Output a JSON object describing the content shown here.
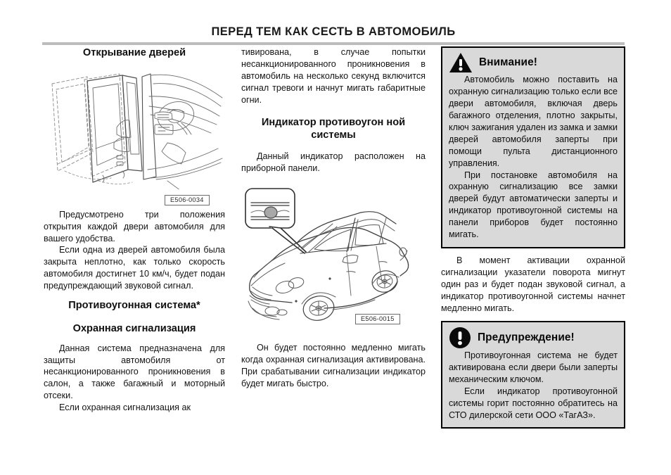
{
  "header": {
    "title": "ПЕРЕД ТЕМ КАК СЕСТЬ В АВТОМОБИЛЬ"
  },
  "left_column": {
    "heading_doors": "Открывание дверей",
    "figure_code": "E506-0034",
    "paragraphs": [
      "Предусмотрено три положения открытия каждой двери автомобиля для вашего удобства.",
      "Если одна из дверей автомобиля была закрыта неплотно, как только скорость автомобиля достигнет 10 км/ч, будет подан предупреждающий звуковой сигнал."
    ],
    "heading_antitheft": "Противоугонная система*",
    "heading_alarm": "Охранная сигнализация",
    "paragraphs_alarm": [
      "Данная система предназначена для защиты автомобиля от несанкционированного проникновения в салон, а также багажный и моторный отсеки.",
      "Если охранная сигнализация ак"
    ]
  },
  "middle_column": {
    "paragraph_top": "тивирована, в случае попытки несанкционированного проникновения в автомобиль на несколько секунд включится сигнал тревоги и начнут мигать габаритные огни.",
    "heading_indicator": "Индикатор противоугон ной системы",
    "paragraph_indicator": "Данный индикатор расположен на приборной панели.",
    "figure_code": "E506-0015",
    "paragraph_bottom": "Он будет постоянно медленно мигать когда охранная сигнализация активирована. При срабатывании сигнализации индикатор будет мигать быстро."
  },
  "right_column": {
    "attention_box": {
      "title": "Внимание!",
      "icon": "warning-triangle-icon",
      "paragraphs": [
        "Автомобиль можно поставить на охранную сигнализацию только если все двери автомобиля, включая дверь багажного отделения, плотно закрыты, ключ зажигания удален из замка и замки дверей автомобиля заперты при помощи пульта дистанционного управления.",
        "При постановке автомобиля на охранную сигнализацию все замки дверей будут автоматически заперты и индикатор противоугонной системы на панели приборов будет постоянно мигать."
      ]
    },
    "middle_paragraph": "В момент активации охранной сигнализации указатели поворота мигнут один раз и будет подан звуковой сигнал, а индикатор противоугонной системы начнет медленно мигать.",
    "caution_box": {
      "title": "Предупреждение!",
      "icon": "exclamation-circle-icon",
      "paragraphs": [
        "Противоугонная система не будет активирована если двери были заперты механическим ключом.",
        "Если индикатор противоугонной системы горит постоянно обратитесь на СТО дилерской сети ООО «ТагАЗ»."
      ]
    }
  },
  "colors": {
    "rule": "#bdbdbd",
    "notice_fill": "#d9d9d9",
    "notice_border": "#000000",
    "indicator_dot": "#a8a8a8",
    "line_art": "#5a5a5a"
  }
}
